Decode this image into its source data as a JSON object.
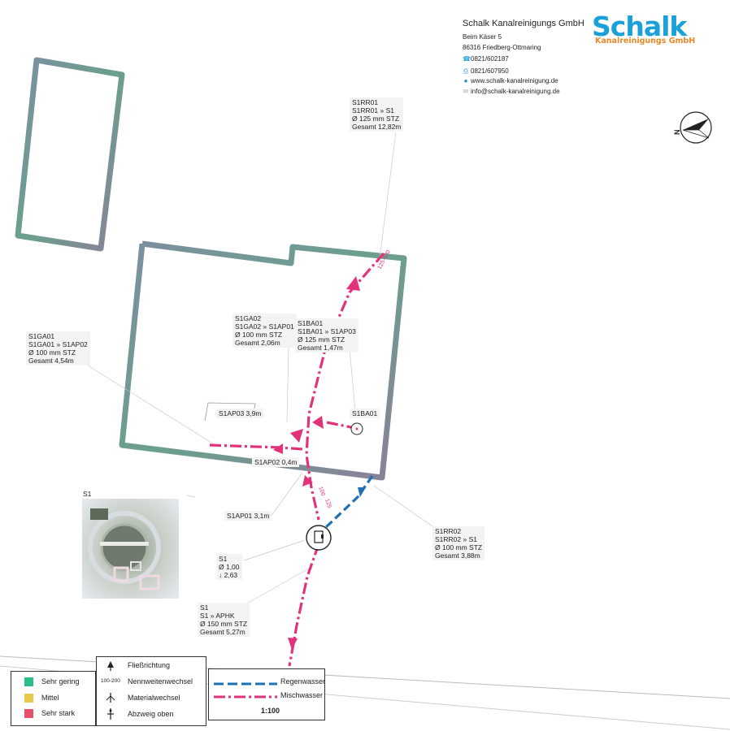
{
  "company": {
    "name": "Schalk Kanalreinigungs GmbH",
    "street": "Beim Käser 5",
    "city": "86316 Friedberg-Ottmaring",
    "phone": "0821/602187",
    "fax": "0821/607950",
    "web": "www.schalk-kanalreinigung.de",
    "email": "info@schalk-kanalreinigung.de",
    "logo_word": "Schalk",
    "logo_sub": "Kanalreinigungs GmbH",
    "logo_color": "#1ba1d8",
    "logo_sub_color": "#e7892a"
  },
  "compass": {
    "letter": "N"
  },
  "labels": {
    "s1rr01": [
      "S1RR01",
      "S1RR01 » S1",
      "Ø 125 mm STZ",
      "Gesamt 12,82m"
    ],
    "s1ga02": [
      "S1GA02",
      "S1GA02 » S1AP01",
      "Ø 100 mm STZ",
      "Gesamt 2,06m"
    ],
    "s1ba01": [
      "S1BA01",
      "S1BA01 » S1AP03",
      "Ø 125 mm STZ",
      "Gesamt 1,47m"
    ],
    "s1ga01": [
      "S1GA01",
      "S1GA01 » S1AP02",
      "Ø 100 mm STZ",
      "Gesamt 4,54m"
    ],
    "s1rr02": [
      "S1RR02",
      "S1RR02 » S1",
      "Ø 100 mm STZ",
      "Gesamt 3,88m"
    ],
    "s1": [
      "S1",
      "S1 » APHK",
      "Ø 150 mm STZ",
      "Gesamt 5,27m"
    ],
    "s1_depth": [
      "S1",
      "Ø 1,00",
      "↓ 2,63"
    ],
    "s1ap03": "S1AP03 3,9m",
    "s1ap02": "S1AP02 0,4m",
    "s1ap01": "S1AP01 3,1m",
    "s1ba01_node": "S1BA01",
    "photo_title": "S1"
  },
  "pipe_annotations": {
    "top_dn": "125-100",
    "mid_dn_a": "100",
    "mid_dn_b": "125"
  },
  "legend": {
    "status": [
      {
        "label": "Sehr gering",
        "color": "#2bbf86"
      },
      {
        "label": "Mittel",
        "color": "#e8c94a"
      },
      {
        "label": "Sehr stark",
        "color": "#e8506a"
      }
    ],
    "symbols": [
      {
        "label": "Fließrichtung",
        "icon": "flow-arrow-icon"
      },
      {
        "label": "Nennweitenwechsel",
        "icon": "diameter-change-icon",
        "symbol_text": "100-200"
      },
      {
        "label": "Materialwechsel",
        "icon": "material-change-icon"
      },
      {
        "label": "Abzweig oben",
        "icon": "branch-top-icon"
      }
    ],
    "lines": [
      {
        "label": "Regenwasser",
        "color": "#1f6fb5"
      },
      {
        "label": "Mischwasser",
        "color": "#e2337a"
      }
    ],
    "scale": "1:100"
  },
  "colors": {
    "rain": "#1f6fb5",
    "mixed": "#e2337a",
    "building": "#6f8a8c"
  }
}
